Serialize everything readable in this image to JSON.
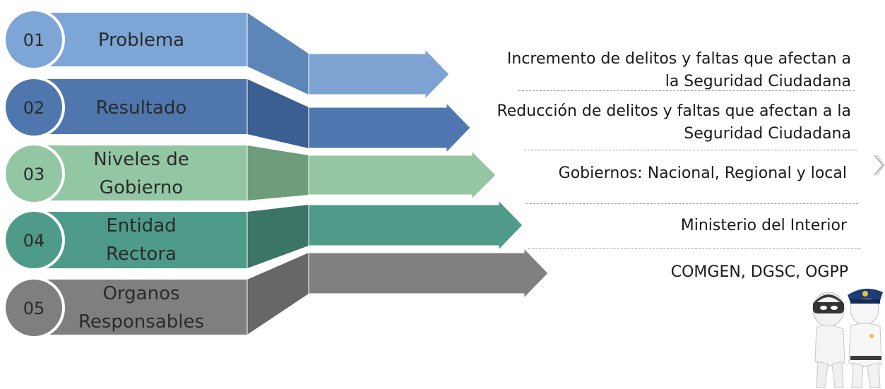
{
  "rows": [
    {
      "number": "01",
      "label_lines": [
        "Problema"
      ],
      "description_lines": [
        "Incremento de delitos y faltas que afectan a",
        "la Seguridad Ciudadana"
      ],
      "color": "#7da5d6",
      "band_color": "#5d86b8",
      "arrow_color": "#7ea3d3"
    },
    {
      "number": "02",
      "label_lines": [
        "Resultado"
      ],
      "description_lines": [
        "Reducción de delitos y faltas que afectan a la",
        "Seguridad Ciudadana"
      ],
      "color": "#4f77ad",
      "band_color": "#3a5f90",
      "arrow_color": "#5078b0"
    },
    {
      "number": "03",
      "label_lines": [
        "Niveles de",
        "Gobierno"
      ],
      "description_lines": [
        "Gobiernos: Nacional, Regional y local"
      ],
      "color": "#93c7a3",
      "band_color": "#6e9d7c",
      "arrow_color": "#94c6a2"
    },
    {
      "number": "04",
      "label_lines": [
        "Entidad",
        "Rectora"
      ],
      "description_lines": [
        "Ministerio del Interior"
      ],
      "color": "#4f9b89",
      "band_color": "#3a7566",
      "arrow_color": "#509b8a"
    },
    {
      "number": "05",
      "label_lines": [
        "Organos",
        "Responsables"
      ],
      "description_lines": [
        "COMGEN, DGSC, OGPP"
      ],
      "color": "#7f7f7f",
      "band_color": "#676767",
      "arrow_color": "#808080"
    }
  ],
  "icons": {
    "next": "chevron-right-icon",
    "illustration": "thief-and-police-icon"
  },
  "colors": {
    "separator": "#9a9a9a",
    "text": "#2b2b2b"
  }
}
